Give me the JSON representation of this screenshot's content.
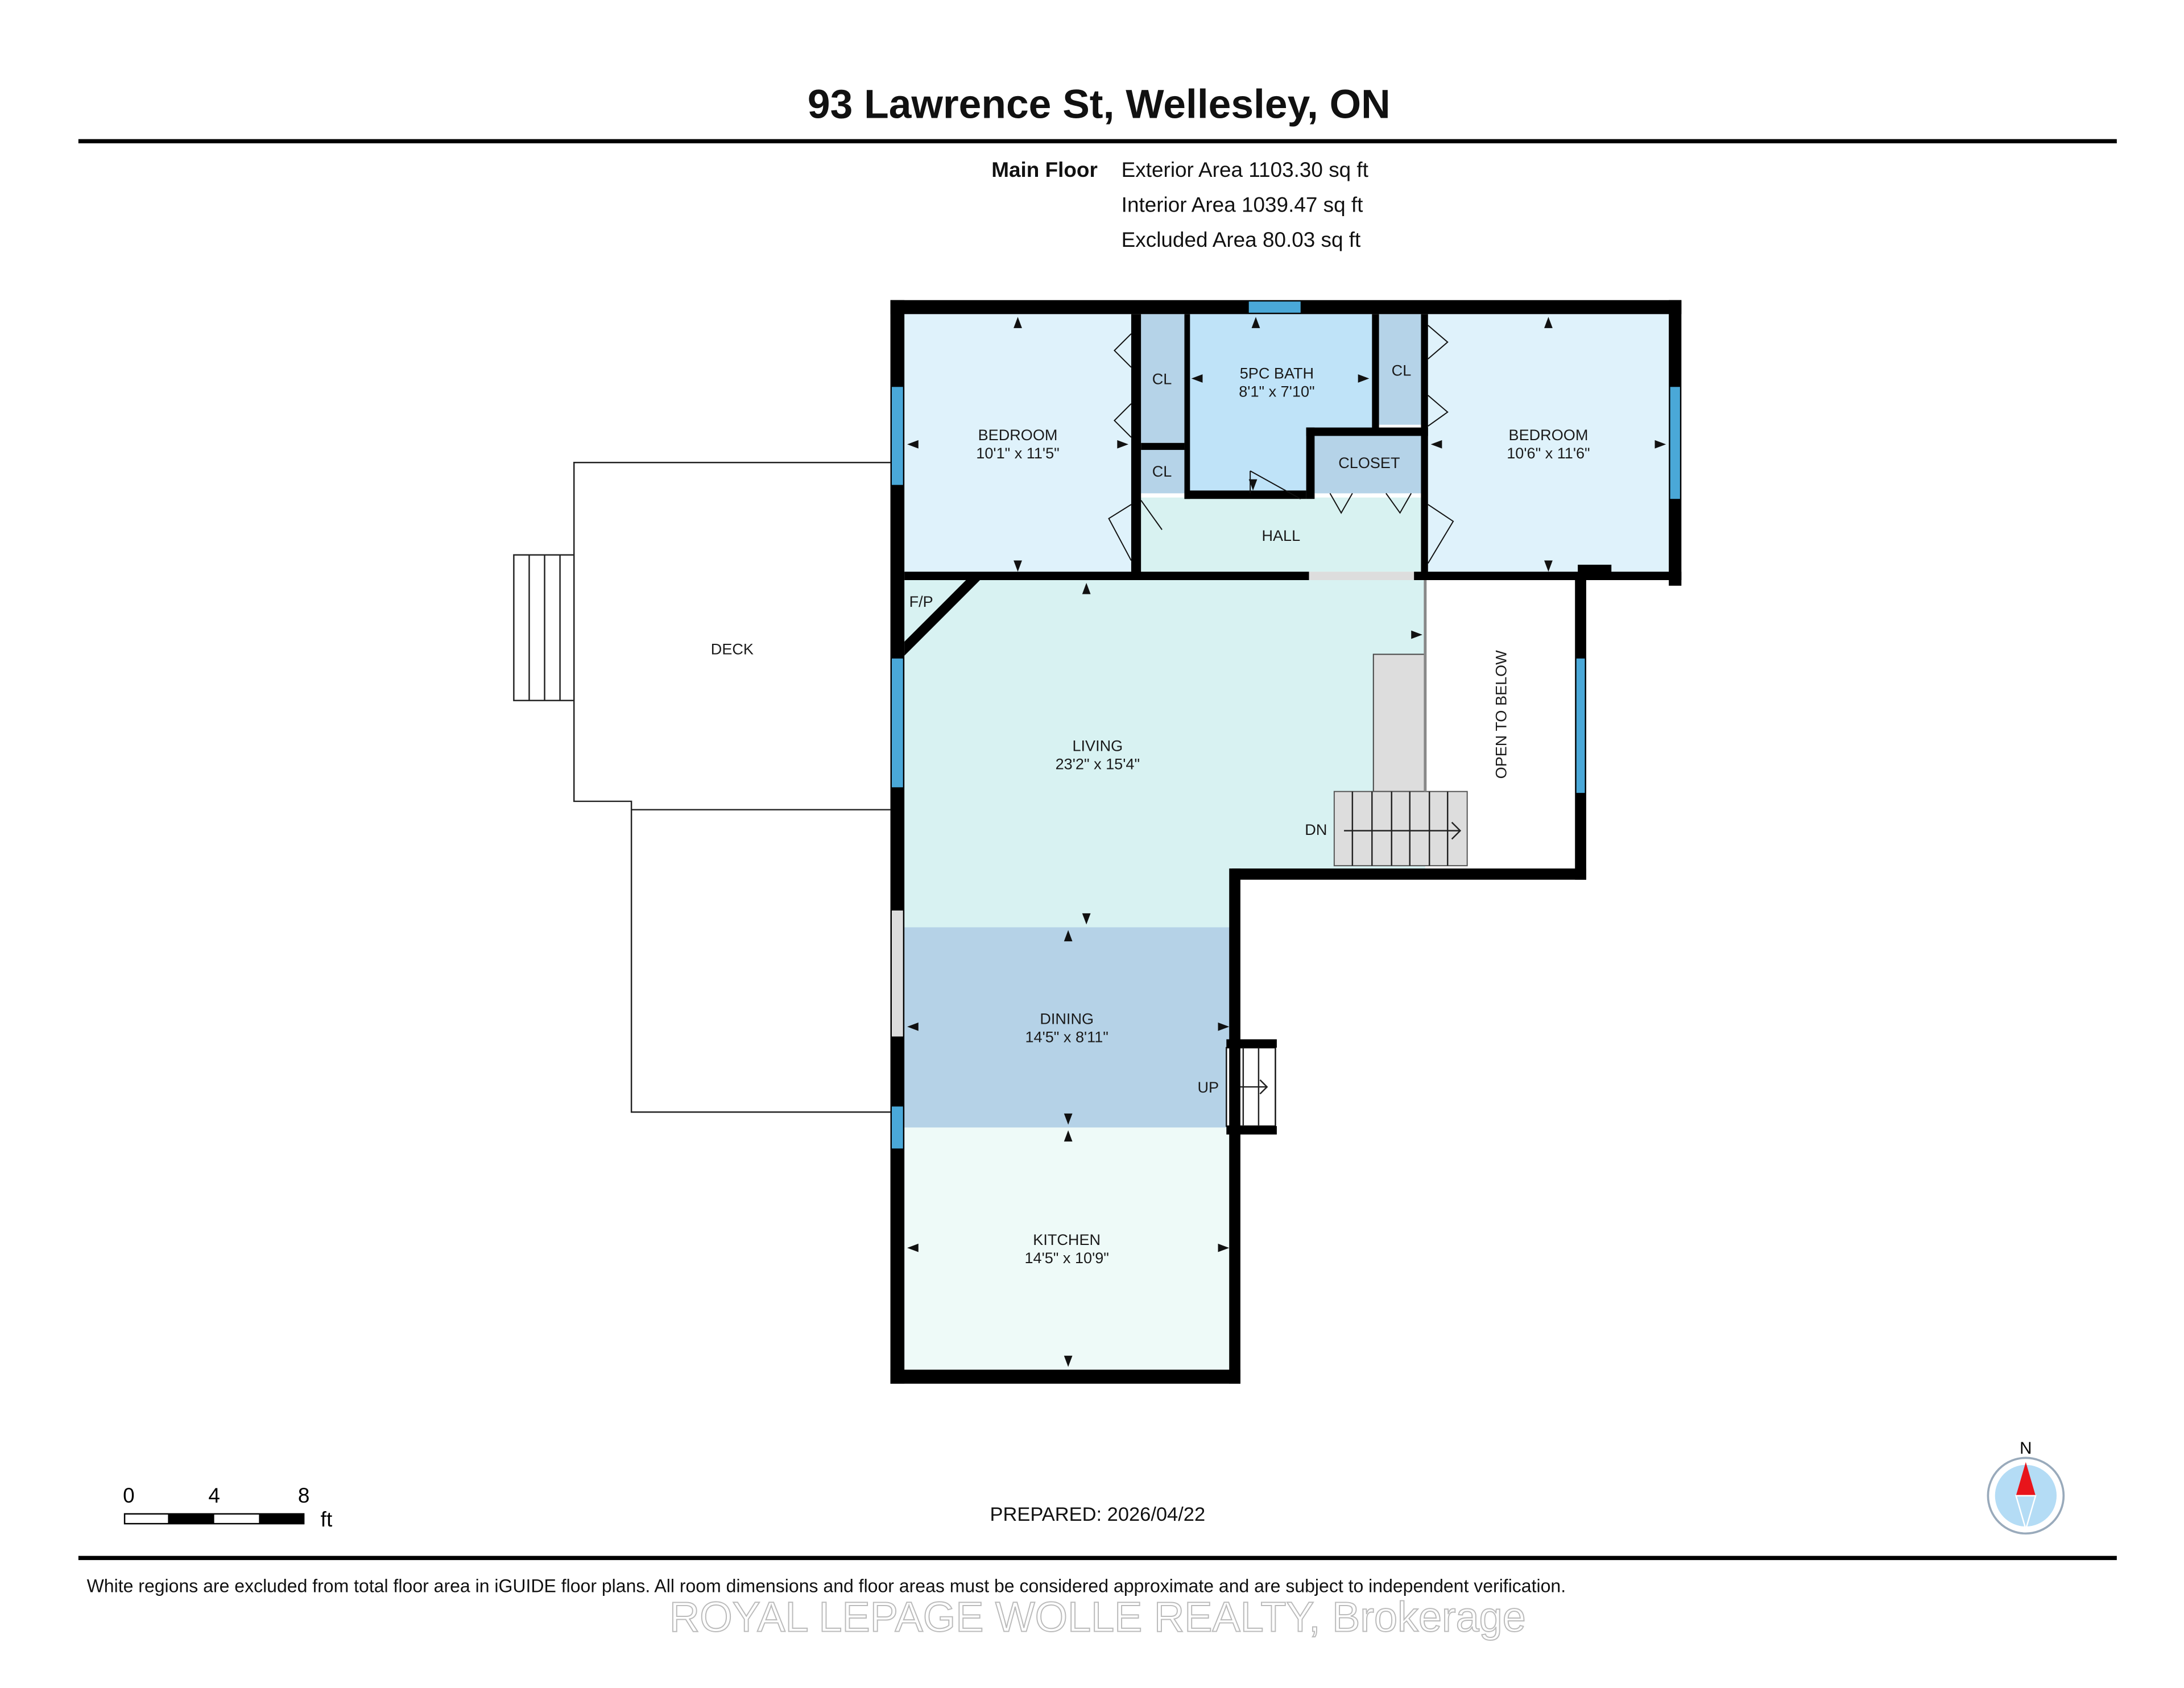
{
  "header": {
    "title": "93 Lawrence St, Wellesley, ON",
    "floor_label": "Main Floor",
    "areas": [
      "Exterior Area 1103.30 sq ft",
      "Interior Area 1039.47 sq ft",
      "Excluded Area 80.03 sq ft"
    ]
  },
  "rooms": {
    "bedroom_left": {
      "name": "BEDROOM",
      "dims": "10'1\" x 11'5\""
    },
    "bath": {
      "name": "5PC BATH",
      "dims": "8'1\" x 7'10\""
    },
    "bedroom_right": {
      "name": "BEDROOM",
      "dims": "10'6\" x 11'6\""
    },
    "cl1": {
      "name": "CL"
    },
    "cl2": {
      "name": "CL"
    },
    "cl3": {
      "name": "CL"
    },
    "closet": {
      "name": "CLOSET"
    },
    "hall": {
      "name": "HALL"
    },
    "fp": {
      "name": "F/P"
    },
    "living": {
      "name": "LIVING",
      "dims": "23'2\" x 15'4\""
    },
    "dining": {
      "name": "DINING",
      "dims": "14'5\" x 8'11\""
    },
    "kitchen": {
      "name": "KITCHEN",
      "dims": "14'5\" x 10'9\""
    },
    "deck": {
      "name": "DECK"
    },
    "open": {
      "name": "OPEN TO BELOW"
    },
    "stairs_down": "DN",
    "stairs_up": "UP"
  },
  "colors": {
    "bedroom": "#dff2fb",
    "bath": "#bfe3f8",
    "closet": "#b5d3e8",
    "hall": "#d8f2f1",
    "living": "#d8f2f2",
    "dining": "#b5d2e7",
    "kitchen": "#eefaf8",
    "window": "#4aa8d8",
    "compass_needle": "#e8141b"
  },
  "scale_bar": {
    "ticks": [
      "0",
      "4",
      "8"
    ],
    "unit": "ft"
  },
  "compass": {
    "label": "N"
  },
  "prepared": "PREPARED: 2026/04/22",
  "footer": {
    "disclaimer": "White regions are excluded from total floor area in iGUIDE floor plans. All room dimensions and floor areas must be considered approximate and are subject to independent verification.",
    "watermark": "ROYAL LEPAGE WOLLE REALTY, Brokerage"
  }
}
